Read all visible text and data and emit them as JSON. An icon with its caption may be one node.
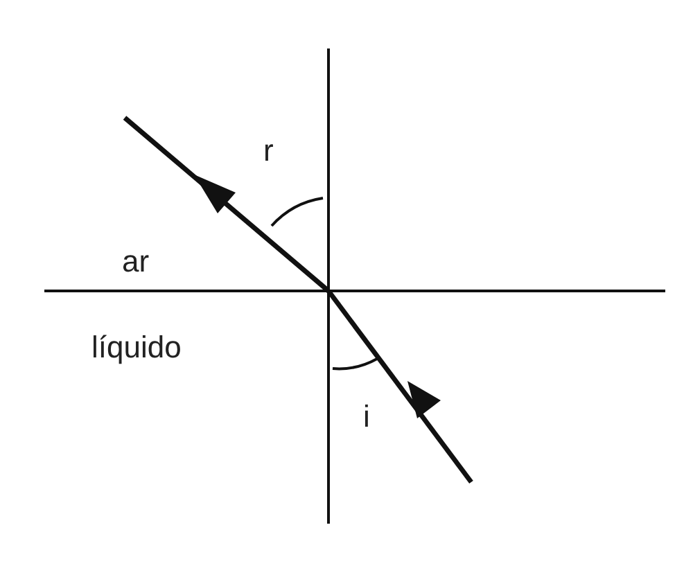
{
  "diagram": {
    "labels": [
      "r",
      "ar",
      "líquido",
      "i"
    ]
  }
}
